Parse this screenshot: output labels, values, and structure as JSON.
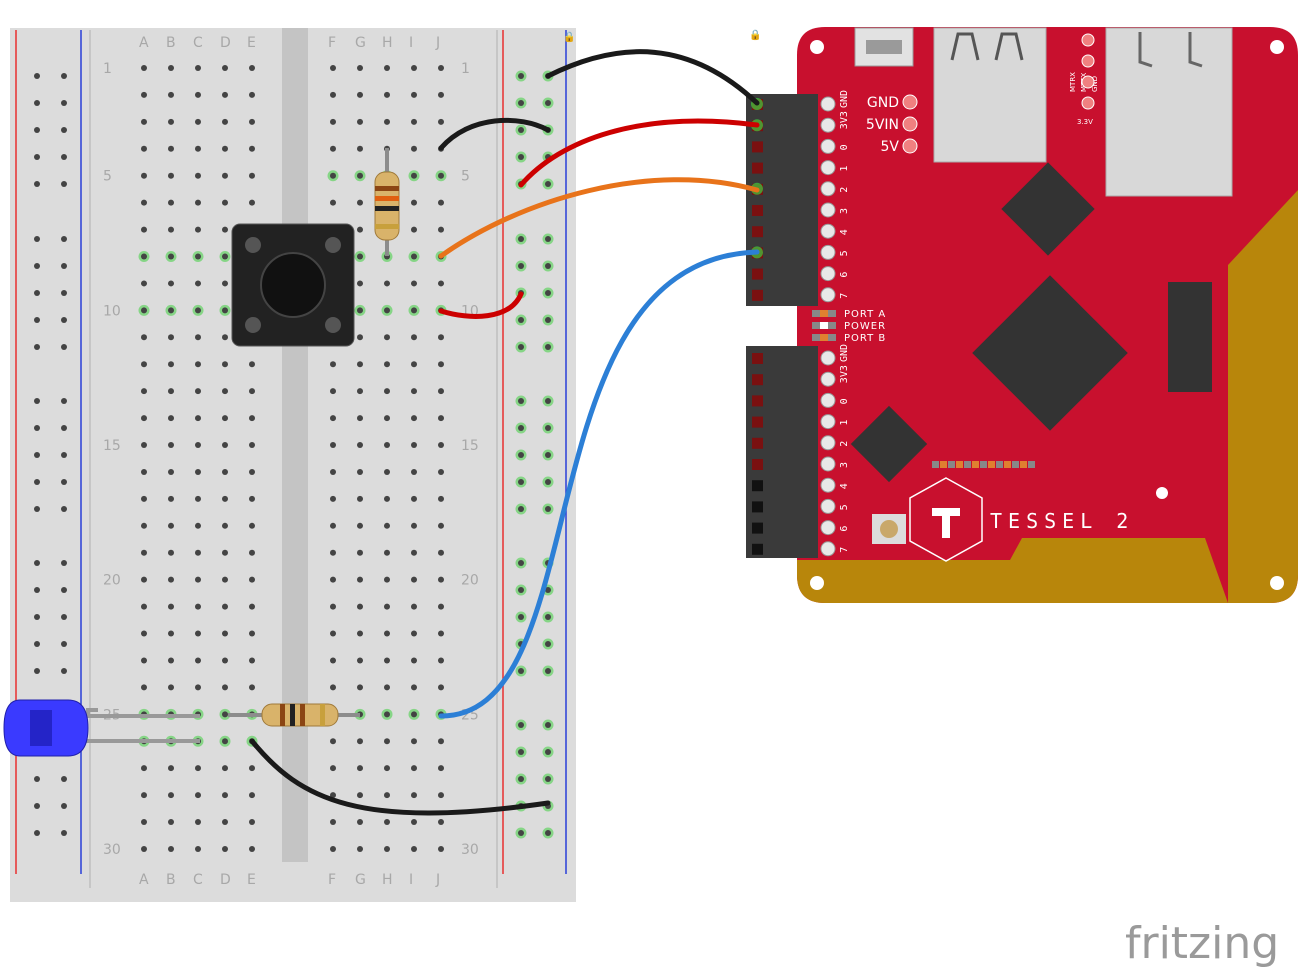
{
  "breadboard": {
    "column_letters_left": [
      "A",
      "B",
      "C",
      "D",
      "E"
    ],
    "column_letters_right": [
      "F",
      "G",
      "H",
      "I",
      "J"
    ],
    "row_numbers": [
      "1",
      "5",
      "10",
      "15",
      "20",
      "25",
      "30"
    ],
    "row_count": 30
  },
  "tessel": {
    "brand": "TESSEL 2",
    "power_pins": [
      "GND",
      "5VIN",
      "5V"
    ],
    "mtrx_labels": [
      "MTRX",
      "MTTX",
      "GND"
    ],
    "v33": "3.3V",
    "port_a_pins": [
      "GND",
      "3V3",
      "0",
      "1",
      "2",
      "3",
      "4",
      "5",
      "6",
      "7"
    ],
    "port_b_pins": [
      "GND",
      "3V3",
      "0",
      "1",
      "2",
      "3",
      "4",
      "5",
      "6",
      "7"
    ],
    "led_legend": [
      "PORT A",
      "POWER",
      "PORT B"
    ]
  },
  "watermark": "fritzing",
  "colors": {
    "board_red": "#c8102e",
    "board_gold": "#b8860b",
    "wire_black": "#1a1a1a",
    "wire_red": "#cc0000",
    "wire_orange": "#e8731a",
    "wire_blue": "#2c7fd6",
    "led_blue": "#3a3aff",
    "rail_red": "#e83030",
    "rail_blue": "#2a3fd8"
  }
}
